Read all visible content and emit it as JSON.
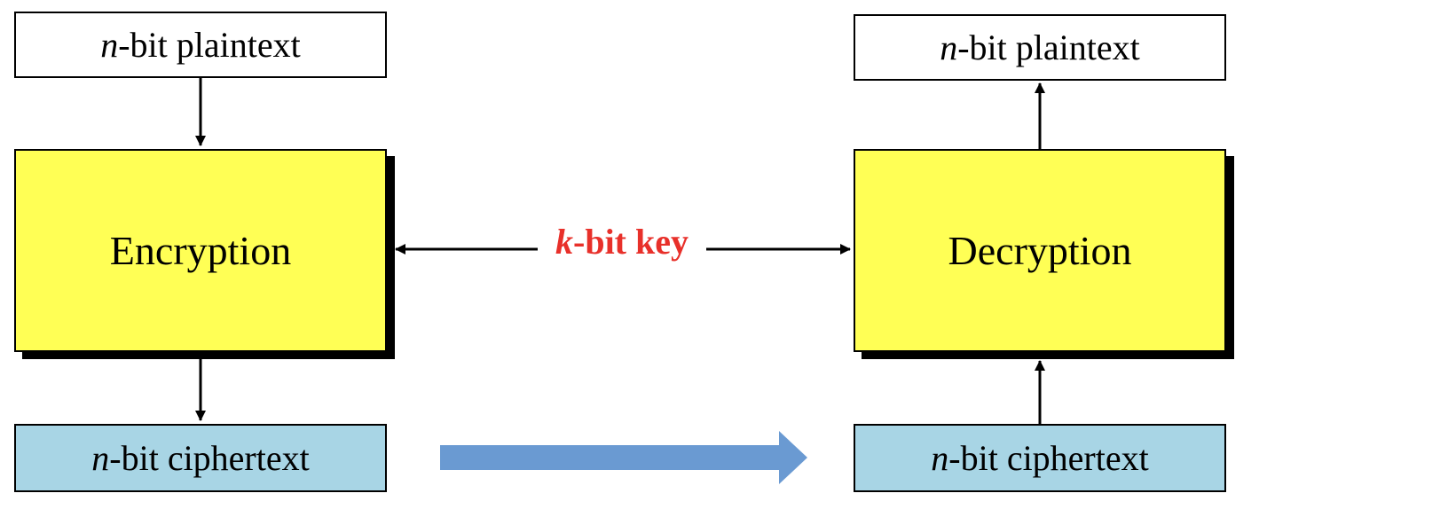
{
  "encryption_side": {
    "plaintext": {
      "var": "n",
      "text": "-bit plaintext"
    },
    "block_label": "Encryption",
    "ciphertext": {
      "var": "n",
      "text": "-bit ciphertext"
    }
  },
  "decryption_side": {
    "plaintext": {
      "var": "n",
      "text": "-bit plaintext"
    },
    "block_label": "Decryption",
    "ciphertext": {
      "var": "n",
      "text": "-bit ciphertext"
    }
  },
  "key": {
    "var": "k",
    "text": "-bit key"
  },
  "colors": {
    "block_fill": "#ffff55",
    "ciphertext_fill": "#a8d5e5",
    "key_text": "#e8302a",
    "transfer_arrow": "#6a9ad2"
  }
}
